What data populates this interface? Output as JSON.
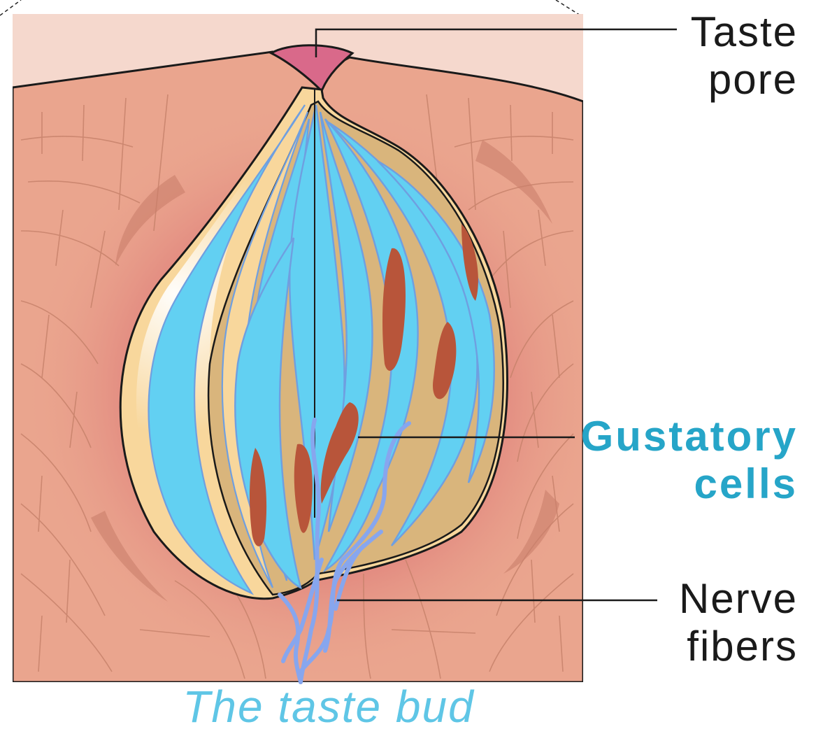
{
  "labels": {
    "taste_pore": [
      "Taste",
      "pore"
    ],
    "gustatory_cells": [
      "Gustatory",
      "cells"
    ],
    "nerve_fibers": [
      "Nerve",
      "fibers"
    ]
  },
  "caption": "The taste bud",
  "colors": {
    "surface": "#f5d8cd",
    "epithelium": "#eaa58e",
    "epithelium_line": "#c7826b",
    "bud_shadow": "#c9404a",
    "outer_cells": "#f8d79c",
    "inner_cells": "#d9b57c",
    "gustatory_cell": "#62d0f2",
    "cell_outline": "#6f9fe0",
    "nucleus": "#b8553a",
    "pore": "#d9698a",
    "nerve": "#87a6ee",
    "gustatory_label": "#26a5c8",
    "caption": "#5fc6e6",
    "text": "#1a1a1a",
    "leader": "#1a1a1a"
  }
}
